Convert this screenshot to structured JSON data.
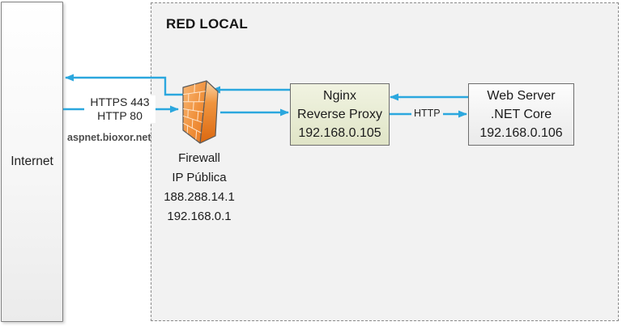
{
  "diagram": {
    "internet": {
      "label": "Internet"
    },
    "network": {
      "title": "RED LOCAL"
    },
    "firewall": {
      "name": "Firewall",
      "subtitle": "IP Pública",
      "public_ip": "188.288.14.1",
      "private_ip": "192.168.0.1",
      "icon": "firewall-brick-wall"
    },
    "nginx": {
      "line1": "Nginx",
      "line2": "Reverse Proxy",
      "ip": "192.168.0.105"
    },
    "webserver": {
      "line1": "Web Server",
      "line2": ".NET Core",
      "ip": "192.168.0.106"
    },
    "links": {
      "internet_firewall": {
        "port_label_1": "HTTPS 443",
        "port_label_2": "HTTP 80",
        "domain": "aspnet.bioxor.net"
      },
      "nginx_webserver": {
        "protocol_label": "HTTP"
      }
    },
    "colors": {
      "arrow_blue": "#2ba7de",
      "firewall_orange": "#ec7c1f",
      "nginx_fill": "#e8ecd4",
      "container_fill": "#f2f2f2"
    }
  }
}
